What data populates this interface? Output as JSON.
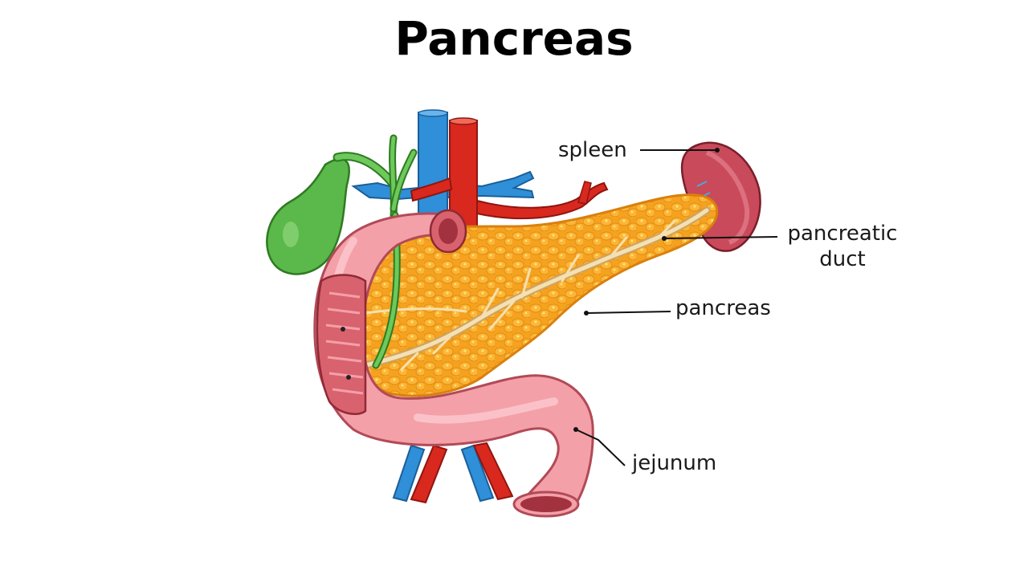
{
  "title": "Pancreas",
  "labels": {
    "spleen": "spleen",
    "pancreatic_duct_line1": "pancreatic",
    "pancreatic_duct_line2": "duct",
    "pancreas": "pancreas",
    "jejunum": "jejunum"
  },
  "colors": {
    "pancreas": "#f7a623",
    "pancreas_light": "#ffd65a",
    "duct": "#f6e0b0",
    "intestine": "#f4a0a8",
    "intestine_dark": "#d9626f",
    "spleen": "#c94a5a",
    "gallbladder": "#5bb84a",
    "vein": "#2f8fd8",
    "artery": "#d9281e"
  }
}
